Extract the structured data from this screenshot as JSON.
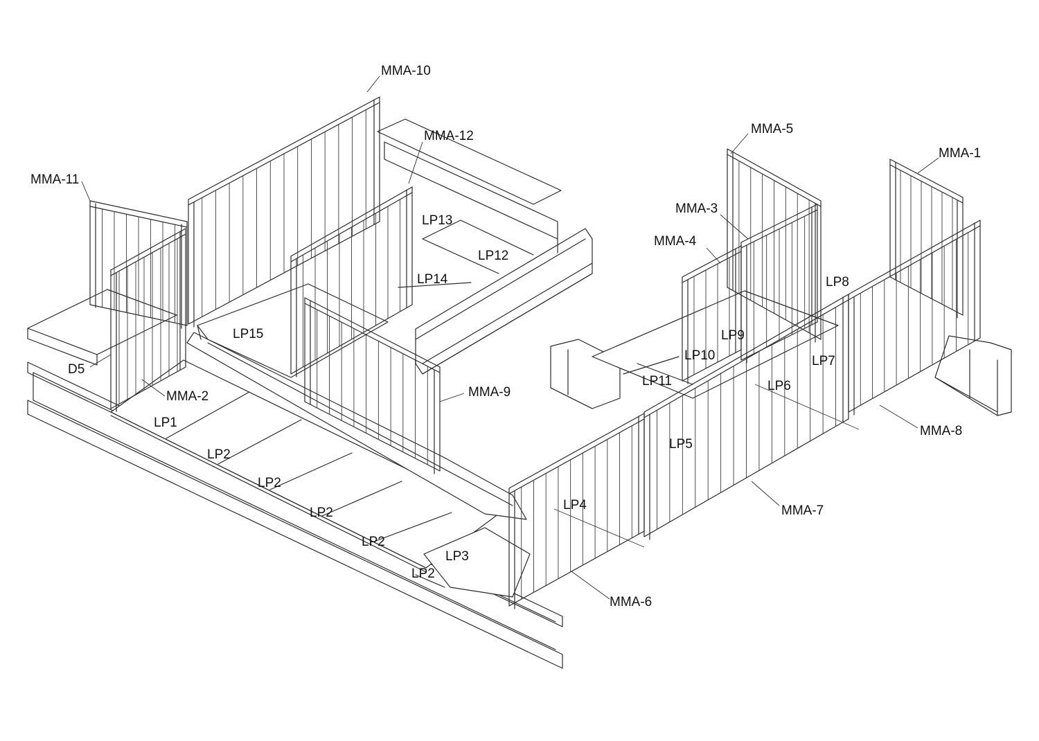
{
  "labels": {
    "mma_10": "MMA-10",
    "mma_12": "MMA-12",
    "mma_11": "MMA-11",
    "mma_5": "MMA-5",
    "mma_1": "MMA-1",
    "mma_3": "MMA-3",
    "mma_4": "MMA-4",
    "mma_2": "MMA-2",
    "mma_9": "MMA-9",
    "mma_8": "MMA-8",
    "mma_7": "MMA-7",
    "mma_6": "MMA-6",
    "d5": "D5",
    "lp1": "LP1",
    "lp2_a": "LP2",
    "lp2_b": "LP2",
    "lp2_c": "LP2",
    "lp2_d": "LP2",
    "lp2_e": "LP2",
    "lp3": "LP3",
    "lp4": "LP4",
    "lp5": "LP5",
    "lp6": "LP6",
    "lp7": "LP7",
    "lp8": "LP8",
    "lp9": "LP9",
    "lp10": "LP10",
    "lp11": "LP11",
    "lp12": "LP12",
    "lp13": "LP13",
    "lp14": "LP14",
    "lp15": "LP15"
  }
}
